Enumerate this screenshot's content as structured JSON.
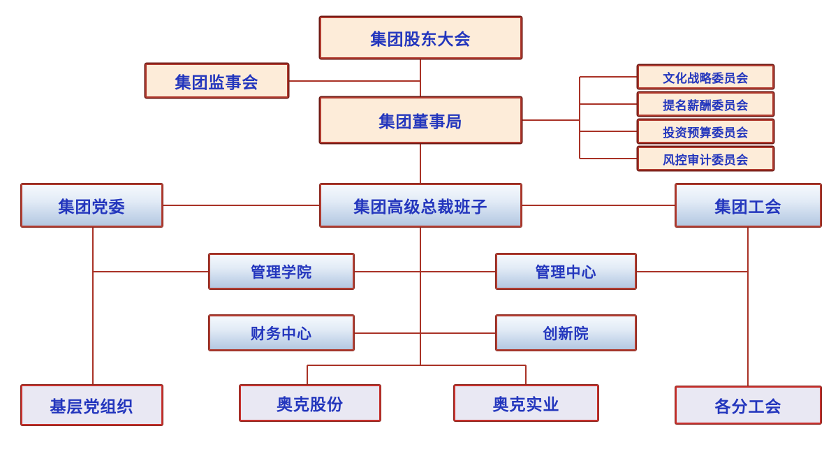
{
  "colors": {
    "node_text": "#2336bd",
    "line": "#a93226",
    "cream_bg": "#fdecd9",
    "lavender_bg": "#e9e8f3",
    "border_red": "#b03a2e",
    "border_dark": "#6d1a14"
  },
  "org_chart": {
    "nodes": {
      "shareholders": {
        "label": "集团股东大会"
      },
      "supervisory": {
        "label": "集团监事会"
      },
      "board": {
        "label": "集团董事局"
      },
      "committee_culture": {
        "label": "文化战略委员会"
      },
      "committee_nomination": {
        "label": "提名薪酬委员会"
      },
      "committee_investment": {
        "label": "投资预算委员会"
      },
      "committee_risk": {
        "label": "风控审计委员会"
      },
      "party_committee": {
        "label": "集团党委"
      },
      "president_team": {
        "label": "集团高级总裁班子"
      },
      "labor_union": {
        "label": "集团工会"
      },
      "management_academy": {
        "label": "管理学院"
      },
      "management_center": {
        "label": "管理中心"
      },
      "finance_center": {
        "label": "财务中心"
      },
      "innovation_institute": {
        "label": "创新院"
      },
      "grassroots_party": {
        "label": "基层党组织"
      },
      "aoke_shares": {
        "label": "奥克股份"
      },
      "aoke_industrial": {
        "label": "奥克实业"
      },
      "branch_unions": {
        "label": "各分工会"
      }
    }
  }
}
